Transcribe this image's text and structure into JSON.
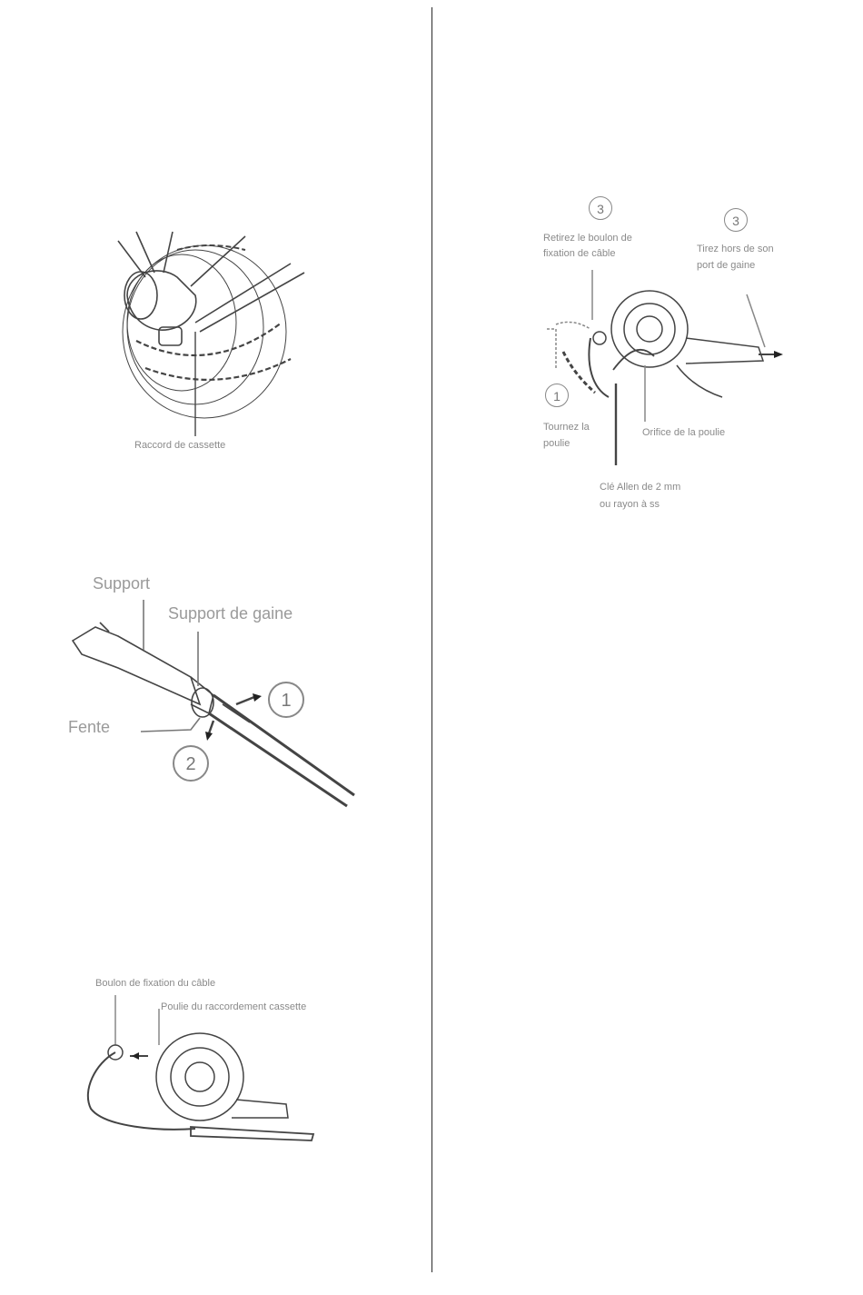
{
  "fig1": {
    "label_cassette_joint": "Raccord de cassette"
  },
  "fig2": {
    "label_support": "Support",
    "label_housing_support": "Support de gaine",
    "label_slot": "Fente",
    "step_1": "1",
    "step_2": "2"
  },
  "fig3": {
    "label_cable_fixing_bolt": "Boulon de fixation du câble",
    "label_cassette_joint_pulley": "Poulie du raccordement cassette"
  },
  "fig4": {
    "step_3a": "3",
    "step_3b": "3",
    "step_1": "1",
    "label_remove_bolt": [
      "Retirez le boulon de",
      "fixation de câble"
    ],
    "label_pull_housing": [
      "Tirez hors de son",
      "port de gaine"
    ],
    "label_turn_pulley": [
      "Tournez la",
      "poulie"
    ],
    "label_pulley_hole": "Orifice de la poulie",
    "label_hex_key": [
      "Clé Allen de 2 mm",
      "ou rayon à ss"
    ]
  }
}
